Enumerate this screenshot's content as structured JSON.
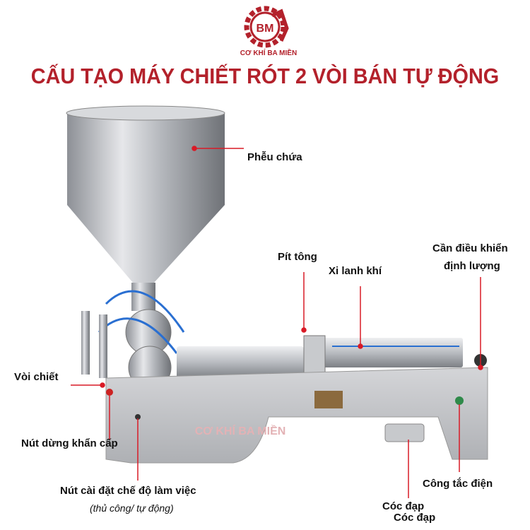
{
  "logo": {
    "monogram": "BM",
    "brand": "CƠ KHÍ BA MIỀN",
    "color": "#b3212b"
  },
  "title": "CẤU TẠO MÁY CHIẾT RÓT 2 VÒI BÁN TỰ ĐỘNG",
  "watermark": "CƠ KHÍ BA MIỀN",
  "accent_color": "#d91a26",
  "labels": {
    "hopper": "Phễu chứa",
    "piston": "Pít tông",
    "air_cylinder": "Xi lanh khí",
    "control_lever_1": "Cần điều khiển",
    "control_lever_2": "định lượng",
    "nozzle": "Vòi chiết",
    "emergency_stop": "Nút dừng khẩn cấp",
    "mode_button": "Nút cài đặt chế độ làm việc",
    "mode_note": "(thủ công/ tự động)",
    "power_switch": "Công tắc điện",
    "foot_pedal_1": "Cóc đạp",
    "foot_pedal_2": "Cóc đạp"
  }
}
